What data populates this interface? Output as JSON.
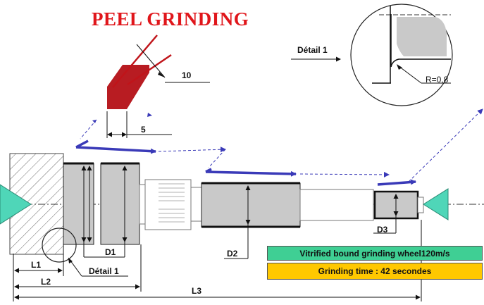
{
  "title": "PEEL GRINDING",
  "detail_label": "Détail 1",
  "radius_label": "R=0,8",
  "angle_dim": "10",
  "width_dim": "5",
  "diameters": {
    "d1": "D1",
    "d2": "D2",
    "d3": "D3"
  },
  "lengths": {
    "l1": "L1",
    "l2": "L2",
    "l3": "L3"
  },
  "detail_callout": "Détail 1",
  "wheel_spec": "Vitrified bound grinding wheel120m/s",
  "grinding_time": "Grinding time : 42 secondes",
  "colors": {
    "title": "#e0161b",
    "wheel": "#b81c22",
    "arrow": "#3a3ab8",
    "center": "#4fd6b8",
    "part": "#c9c9c9",
    "box_green": "#3fcf94",
    "box_yellow": "#ffc800"
  }
}
